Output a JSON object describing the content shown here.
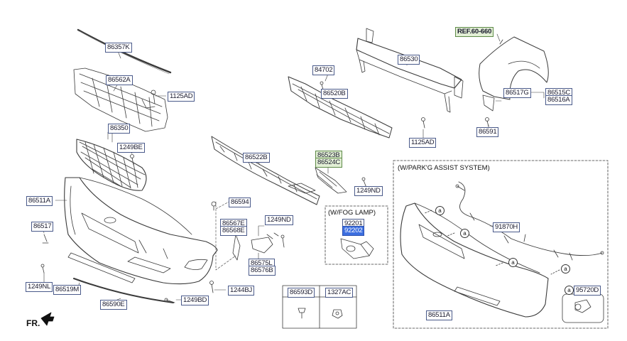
{
  "labels": {
    "l86357K": "86357K",
    "l86562A": "86562A",
    "l1125AD_a": "1125AD",
    "l86350": "86350",
    "l1249BE": "1249BE",
    "l86511A_a": "86511A",
    "l86517": "86517",
    "l1249NL": "1249NL",
    "l86519M": "86519M",
    "l86590E": "86590E",
    "l1249BD": "1249BD",
    "l1244BJ": "1244BJ",
    "l86594": "86594",
    "l86567E": "86567E",
    "l86568E": "86568E",
    "l1249ND_a": "1249ND",
    "l86575L": "86575L",
    "l86576B": "86576B",
    "l86522B": "86522B",
    "l84702": "84702",
    "l86520B": "86520B",
    "l86530": "86530",
    "l1125AD_b": "1125AD",
    "l86523B": "86523B",
    "l86524C": "86524C",
    "l1249ND_b": "1249ND",
    "l92201": "92201",
    "l92202": "92202",
    "lref": "REF.60-660",
    "l86517G": "86517G",
    "l86515C": "86515C",
    "l86516A": "86516A",
    "l86591": "86591",
    "l91870H": "91870H",
    "l86511A_b": "86511A",
    "l95720D": "95720D",
    "l86593D": "86593D",
    "l1327AC": "1327AC"
  },
  "captions": {
    "fog_lamp": "(W/FOG LAMP)",
    "park_assist": "(W/PARK'G ASSIST SYSTEM)",
    "front": "FR."
  },
  "callout_letter": "a",
  "colors": {
    "line": "#3a3a3a",
    "label_border": "#4a5a8a",
    "ref_fill": "#e2efd5",
    "highlight_fill": "#3d6fe0"
  }
}
